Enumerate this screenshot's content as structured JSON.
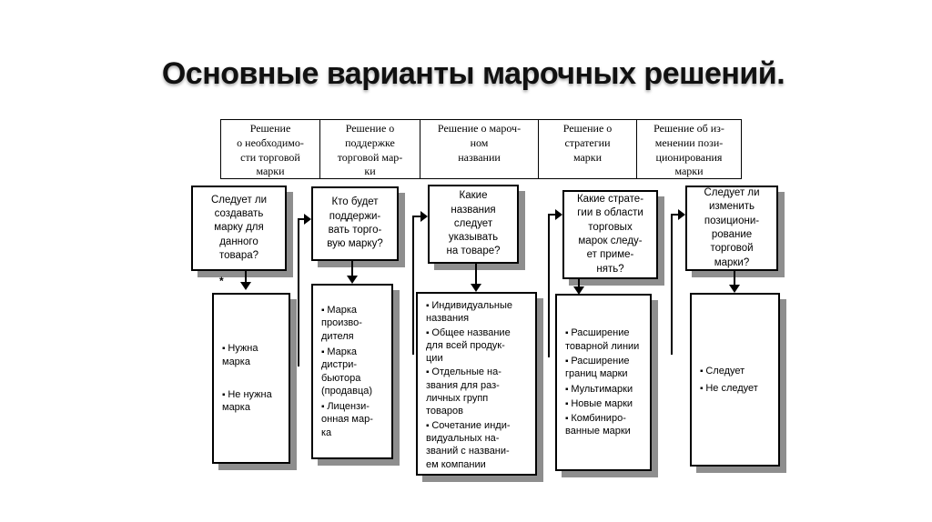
{
  "title": "Основные варианты марочных решений.",
  "footnote_marker": "*",
  "columns": [
    {
      "header": "Решение\nо необходимо-\nсти торговой\nмарки",
      "question": "Следует ли\nсоздавать\nмарку для\nданного\nтовара?",
      "options": [
        "Нужна\nмарка",
        "Не нужна\nмарка"
      ]
    },
    {
      "header": "Решение о\nподдержке\nторговой мар-\nки",
      "question": "Кто будет\nподдержи-\nвать торго-\nвую марку?",
      "options": [
        "Марка\nпроизво-\nдителя",
        "Марка\nдистри-\nбьютора\n(продавца)",
        "Лицензи-\nонная мар-\nка"
      ]
    },
    {
      "header": "Решение о мароч-\nном\nназвании",
      "question": "Какие\nназвания\nследует\nуказывать\nна товаре?",
      "options": [
        "Индивидуальные\nназвания",
        "Общее название\nдля всей продук-\nции",
        "Отдельные на-\nзвания для раз-\nличных групп\nтоваров",
        "Сочетание инди-\nвидуальных на-\nзваний с названи-\nем компании"
      ]
    },
    {
      "header": "Решение о\nстратегии\nмарки",
      "question": "Какие страте-\nгии в области\nторговых\nмарок следу-\nет приме-\nнять?",
      "options": [
        "Расширение\nтоварной линии",
        "Расширение\nграниц марки",
        "Мультимарки",
        "Новые марки",
        "Комбиниро-\nванные марки"
      ]
    },
    {
      "header": "Решение об из-\nменении пози-\nционирования\nмарки",
      "question": "Следует ли\nизменить\nпозициони-\nрование\nторговой\nмарки?",
      "options": [
        "Следует",
        "Не следует"
      ]
    }
  ]
}
